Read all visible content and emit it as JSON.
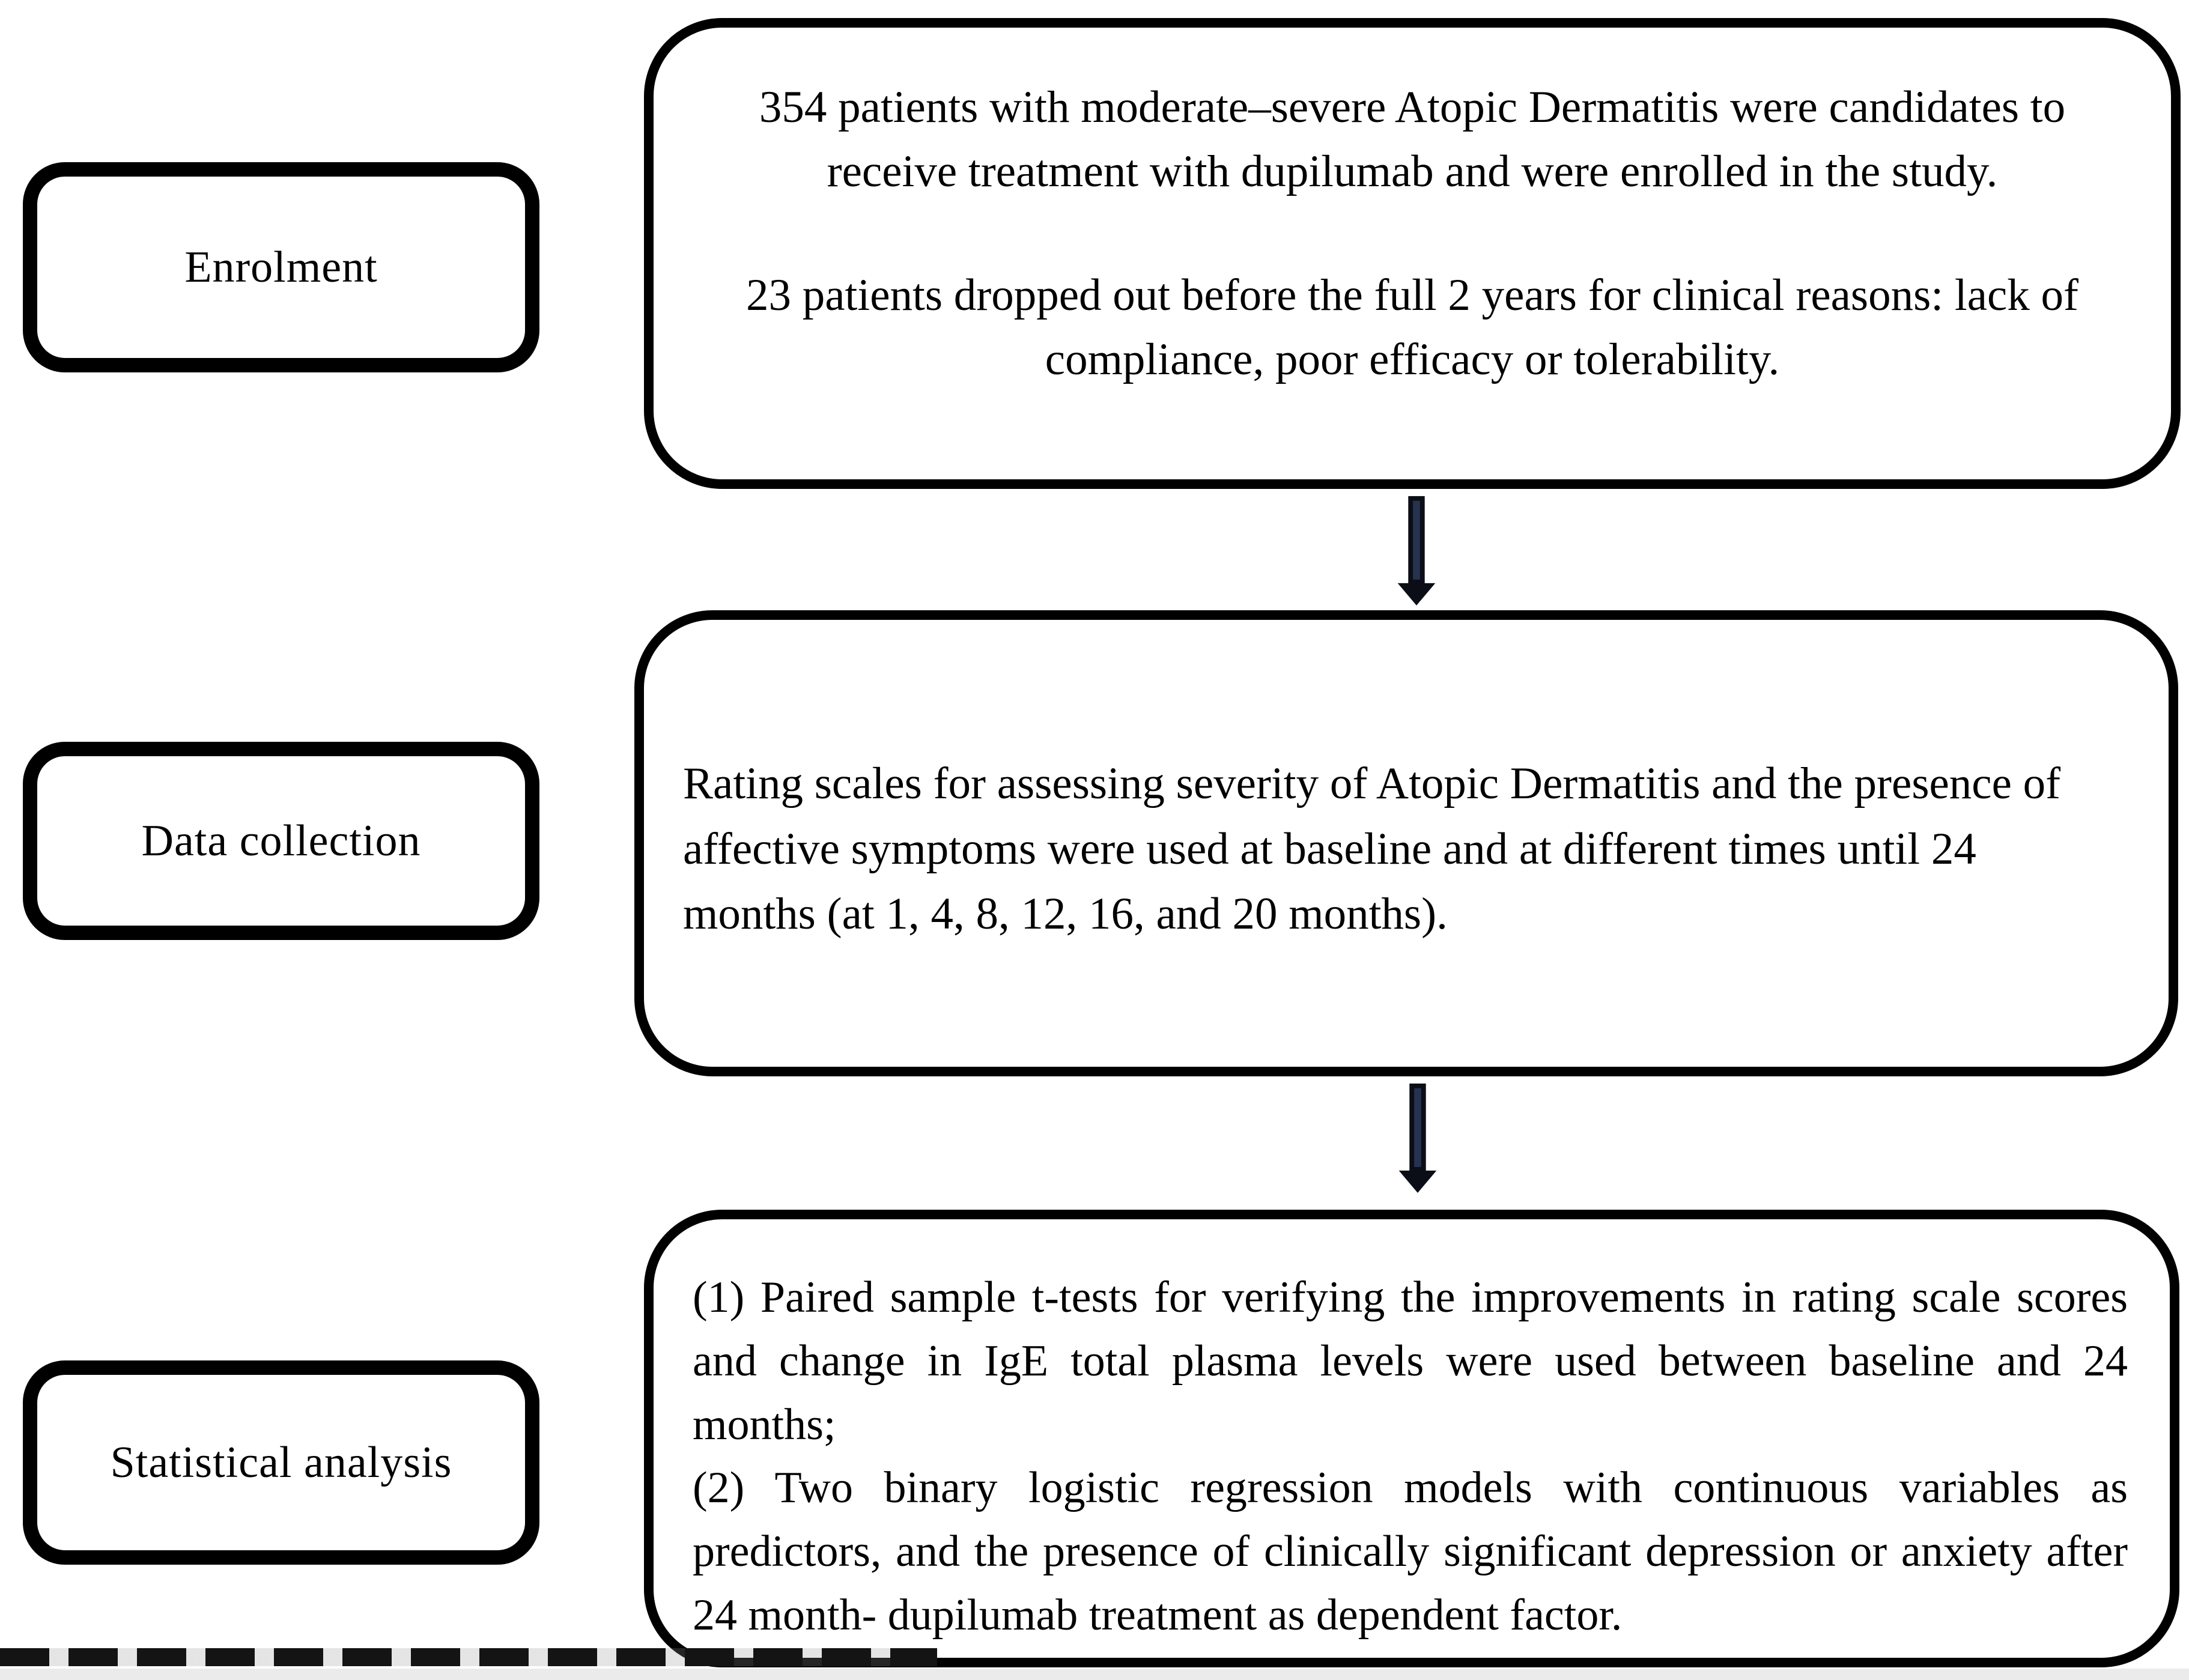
{
  "figure": {
    "type": "flowchart",
    "direction": "vertical",
    "stages": [
      {
        "label": "Enrolment",
        "details": [
          "354 patients with moderate–severe Atopic Dermatitis were candidates to receive treatment with dupilumab and were enrolled in the study.",
          "23 patients dropped out before the full 2 years for clinical reasons: lack of compliance, poor efficacy or tolerability."
        ]
      },
      {
        "label": "Data collection",
        "details": [
          "Rating scales for assessing severity of Atopic Dermatitis and the presence of affective symptoms were used at baseline and at different times until 24 months (at 1, 4, 8, 12, 16, and 20 months)."
        ]
      },
      {
        "label": "Statistical analysis",
        "details": [
          "(1) Paired sample t-tests for verifying the improvements in rating scale scores and change in IgE total plasma levels were used between baseline and 24 months;",
          "(2) Two binary logistic regression models with continuous variables as predictors, and the presence of clinically significant depression or anxiety after 24 month- dupilumab treatment as dependent factor."
        ]
      }
    ],
    "connectors": [
      {
        "name": "arrow-1",
        "from": "Enrolment",
        "to": "Data collection",
        "direction": "down"
      },
      {
        "name": "arrow-2",
        "from": "Data collection",
        "to": "Statistical analysis",
        "direction": "down"
      }
    ],
    "colors": {
      "box_border": "#000000",
      "box_fill": "#ffffff",
      "text": "#000000",
      "arrow_outline": "#0b0e16",
      "arrow_fill": "#26324f"
    }
  }
}
